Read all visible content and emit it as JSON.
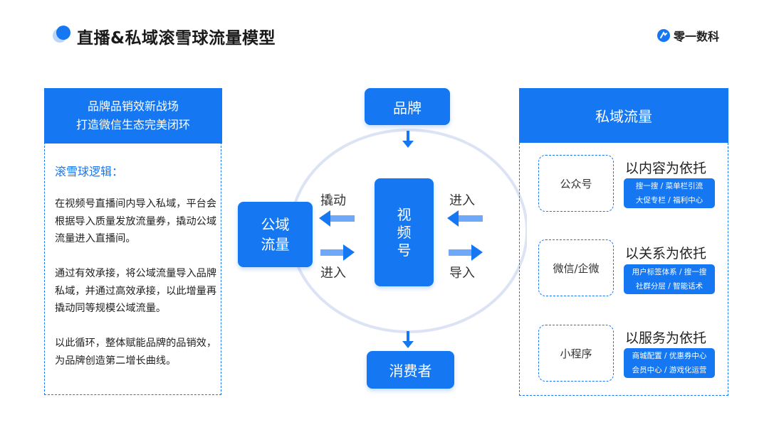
{
  "header": {
    "title": "直播&私域滚雪球流量模型",
    "brand": "零一数科"
  },
  "left_panel": {
    "header_line1": "品牌品销效新战场",
    "header_line2": "打造微信生态完美闭环",
    "subtitle": "滚雪球逻辑：",
    "paragraphs": [
      "在视频号直播间内导入私域，平台会根据导入质量发放流量券，撬动公域流量进入直播间。",
      "通过有效承接，将公域流量导入品牌私域，并通过高效承接，以此增量再撬动同等规模公域流量。",
      "以此循环，整体赋能品牌的品销效，为品牌创造第二增长曲线。"
    ]
  },
  "center": {
    "brand_box": "品牌",
    "consumer_box": "消费者",
    "public_traffic_line1": "公域",
    "public_traffic_line2": "流量",
    "video_channel": "视\n频\n号",
    "label_leverage": "撬动",
    "label_enter_left": "进入",
    "label_enter_right": "进入",
    "label_import": "导入"
  },
  "right_panel": {
    "header": "私域流量",
    "rows": [
      {
        "channel": "公众号",
        "title": "以内容为依托",
        "tag_line1": "搜一搜 / 菜单栏引流",
        "tag_line2": "大促专栏 / 福利中心"
      },
      {
        "channel": "微信/企微",
        "title": "以关系为依托",
        "tag_line1": "用户标签体系 / 搜一搜",
        "tag_line2": "社群分层 / 智能话术"
      },
      {
        "channel": "小程序",
        "title": "以服务为依托",
        "tag_line1": "商城配置 / 优惠券中心",
        "tag_line2": "会员中心 / 游戏化运营"
      }
    ]
  },
  "colors": {
    "accent": "#1677f2",
    "ellipse": "#dce3f5"
  }
}
